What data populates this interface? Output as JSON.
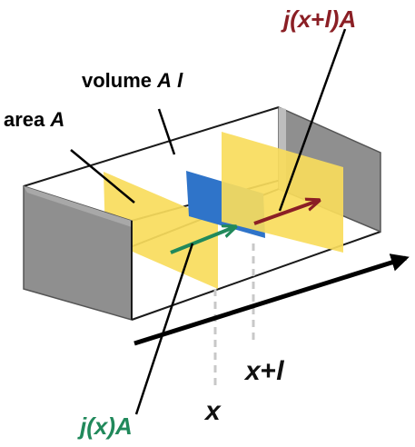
{
  "labels": {
    "jxl": {
      "prefix": "j(",
      "var1": "x",
      "plus": "+",
      "var2": "l",
      "close": ")",
      "suffix": "A"
    },
    "volume": {
      "prefix": "volume ",
      "var1": "A",
      "space": " ",
      "var2": "l"
    },
    "area": {
      "prefix": "area ",
      "var1": "A"
    },
    "xl": {
      "var1": "x",
      "plus": "+",
      "var2": "l"
    },
    "x": {
      "var1": "x"
    },
    "jx": {
      "prefix": "j(",
      "var1": "x",
      "close": ")",
      "suffix": "A"
    }
  },
  "colors": {
    "outline": "#1a1a1a",
    "end_cap": "#8f8f8f",
    "end_cap_edge": "#555555",
    "plane": "#f9dc5c",
    "volume_plane": "#2f74c9",
    "arrow_in": "#21895b",
    "arrow_out": "#8b1f25",
    "guide": "#c8c8c8",
    "axis": "#000000"
  }
}
